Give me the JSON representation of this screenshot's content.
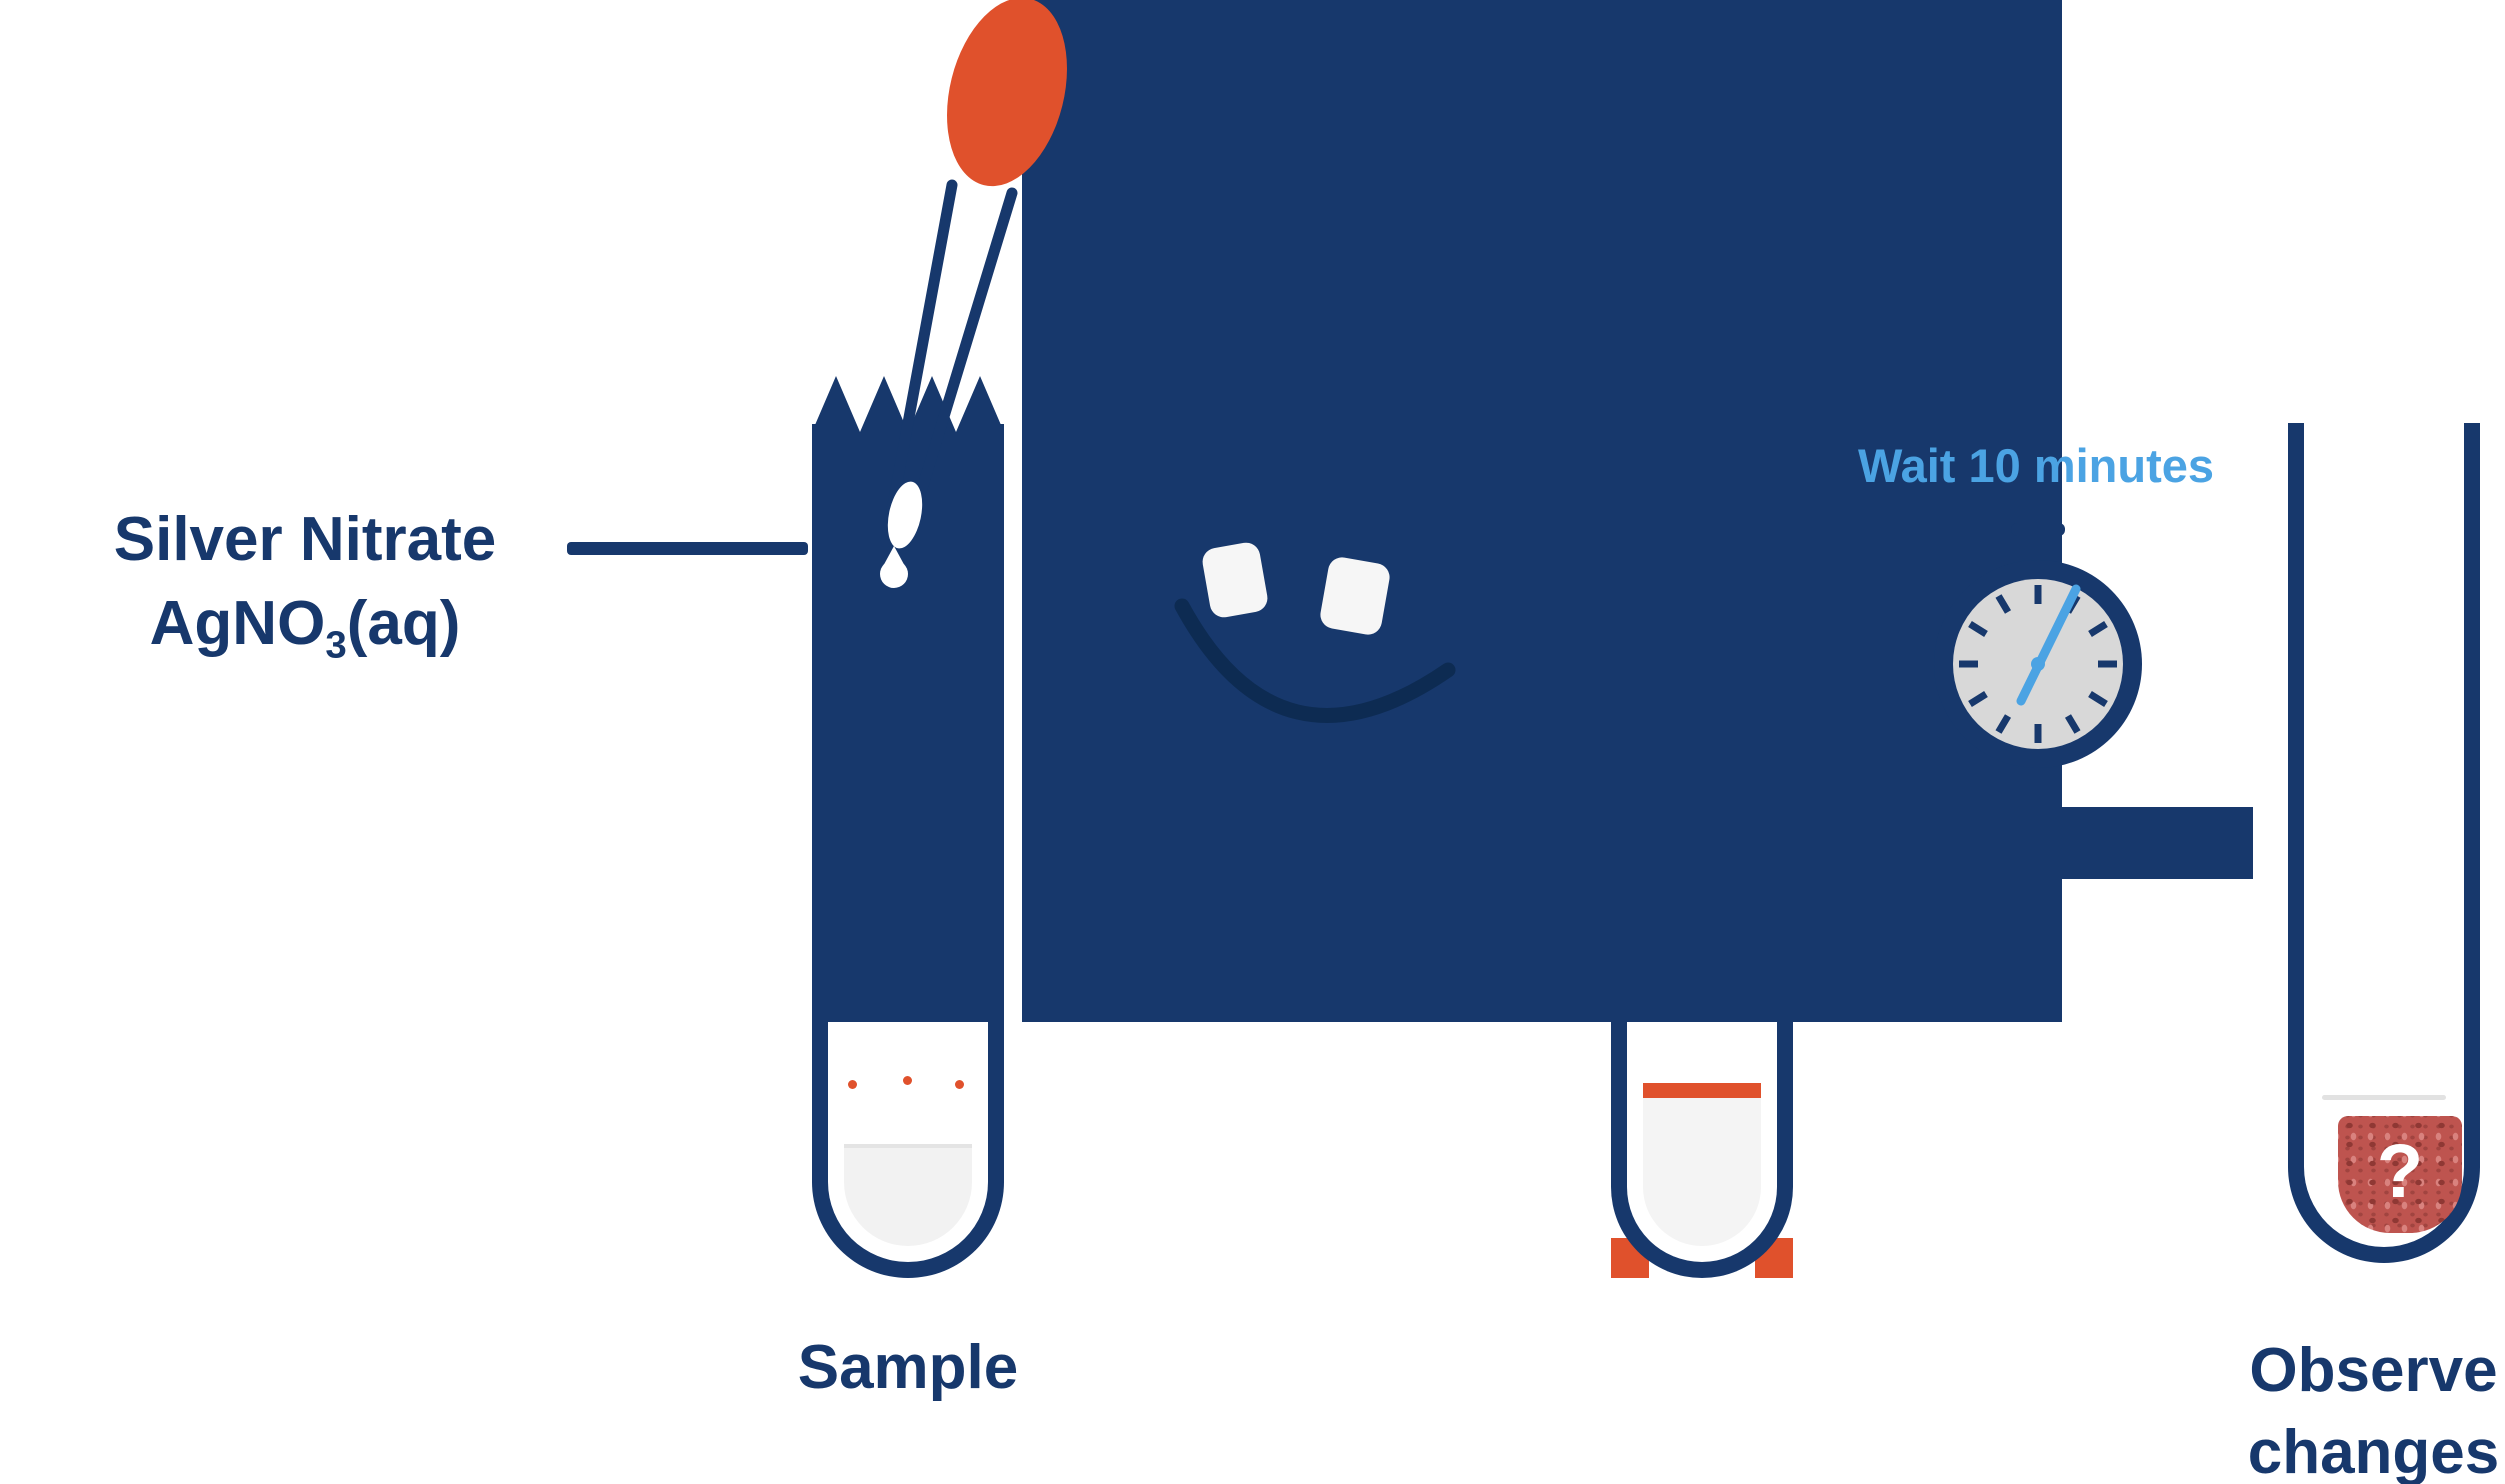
{
  "reagent": {
    "name": "Silver Nitrate",
    "formula_prefix": "AgNO",
    "formula_subscript": "3",
    "formula_suffix": "(aq)"
  },
  "steps": {
    "sample_label": "Sample",
    "wait_label": "Wait 10 minutes",
    "observe_line1": "Observe",
    "observe_line2": "changes",
    "unknown_symbol": "?"
  },
  "icons": [
    "dropper-icon",
    "stopwatch-icon",
    "test-tube",
    "censor-block-face"
  ],
  "colors": {
    "navy": "#17386C",
    "smile_navy": "#0D2B52",
    "orange": "#E0512C",
    "light_blue": "#4BA3E3",
    "stopwatch_face": "#D8D8D8",
    "liquid_gray": "#F2F2F2",
    "precipitate_red": "#BE544F"
  }
}
